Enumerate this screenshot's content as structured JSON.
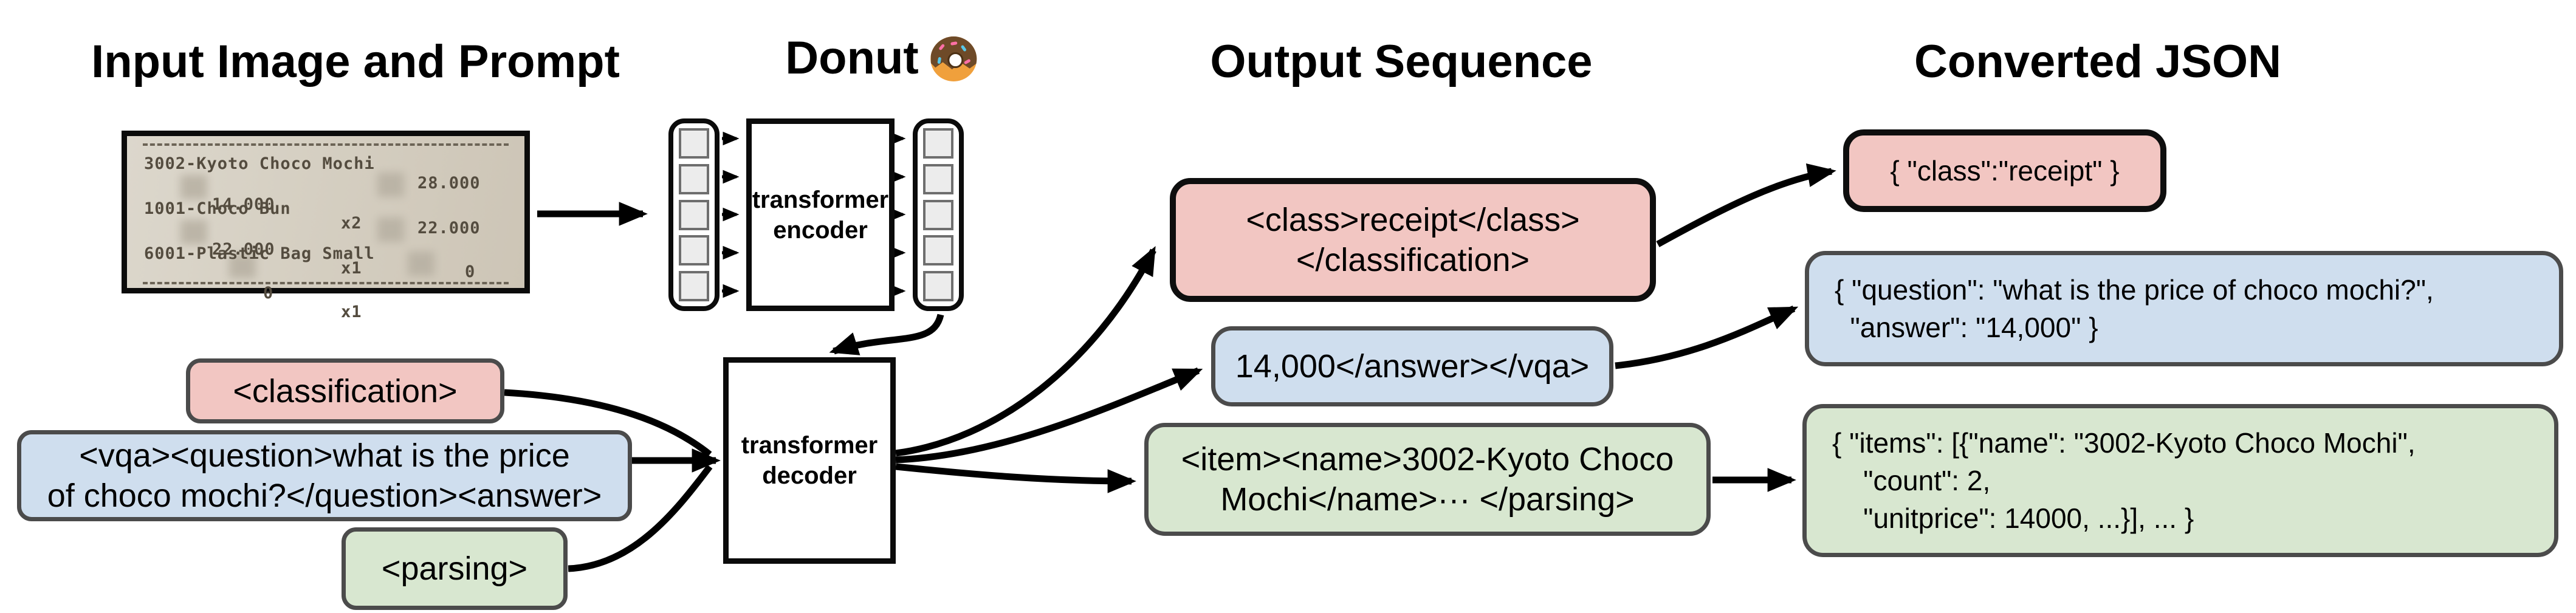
{
  "titles": {
    "input": "Input Image and Prompt",
    "model": "Donut",
    "output": "Output Sequence",
    "json": "Converted JSON"
  },
  "icons": {
    "donut": "donut-emoji"
  },
  "receipt": {
    "rows": [
      {
        "text": "3002-Kyoto Choco Mochi"
      },
      {
        "price": "14.000",
        "qty": "x2",
        "total": "28.000"
      },
      {
        "text": "1001-Choco Bun"
      },
      {
        "price": "22.000",
        "qty": "x1",
        "total": "22.000"
      },
      {
        "text": "6001-Plastic Bag Small"
      },
      {
        "price": "0",
        "qty": "x1",
        "total": "0"
      }
    ]
  },
  "model": {
    "encoder_line1": "transformer",
    "encoder_line2": "encoder",
    "decoder_line1": "transformer",
    "decoder_line2": "decoder"
  },
  "prompts": {
    "classification": "<classification>",
    "vqa_line1": "<vqa><question>what is the price",
    "vqa_line2": "of choco mochi?</question><answer>",
    "parsing": "<parsing>"
  },
  "outputs": {
    "classification_line1": "<class>receipt</class>",
    "classification_line2": "</classification>",
    "vqa": "14,000</answer></vqa>",
    "parsing_line1": "<item><name>3002-Kyoto Choco",
    "parsing_line2": "Mochi</name>··· </parsing>"
  },
  "json_outputs": {
    "classification": "{ \"class\":\"receipt\" }",
    "vqa_line1": "{ \"question\": \"what is the price of choco mochi?\",",
    "vqa_line2": "  \"answer\": \"14,000\" }",
    "parsing_line1": "{ \"items\": [{\"name\": \"3002-Kyoto Choco Mochi\",",
    "parsing_line2": "    \"count\": 2,",
    "parsing_line3": "    \"unitprice\": 14000, ...}], ... }"
  },
  "colors": {
    "classification_fill": "#f2c6c2",
    "vqa_fill": "#cfdeee",
    "parsing_fill": "#d8e7d0",
    "line_color": "#000000"
  }
}
